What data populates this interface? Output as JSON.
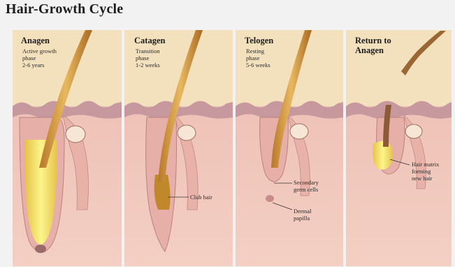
{
  "diagram": {
    "title": "Hair-Growth Cycle",
    "panels": [
      {
        "name": "Anagen",
        "desc": [
          "Active growth",
          "phase",
          "2-6 years"
        ]
      },
      {
        "name": "Catagen",
        "desc": [
          "Transition",
          "phase",
          "1-2 weeks"
        ]
      },
      {
        "name": "Telogen",
        "desc": [
          "Resting",
          "phase",
          "5-6 weeks"
        ]
      },
      {
        "name": "Return to Anagen",
        "name_lines": [
          "Return to",
          "Anagen"
        ]
      }
    ],
    "labels": {
      "club_hair": "Club hair",
      "secondary_germ": [
        "Secondary",
        "germ cells"
      ],
      "dermal_papilla": [
        "Dermal",
        "papilla"
      ],
      "hair_matrix": [
        "Hair matrix",
        "forming",
        "new hair"
      ]
    },
    "colors": {
      "panel_bg": "#f3e0bc",
      "skin": "#f0c8bc",
      "epidermis": "#c7999f",
      "hair": "#d49a3b",
      "bulb": "#f6f060"
    }
  }
}
